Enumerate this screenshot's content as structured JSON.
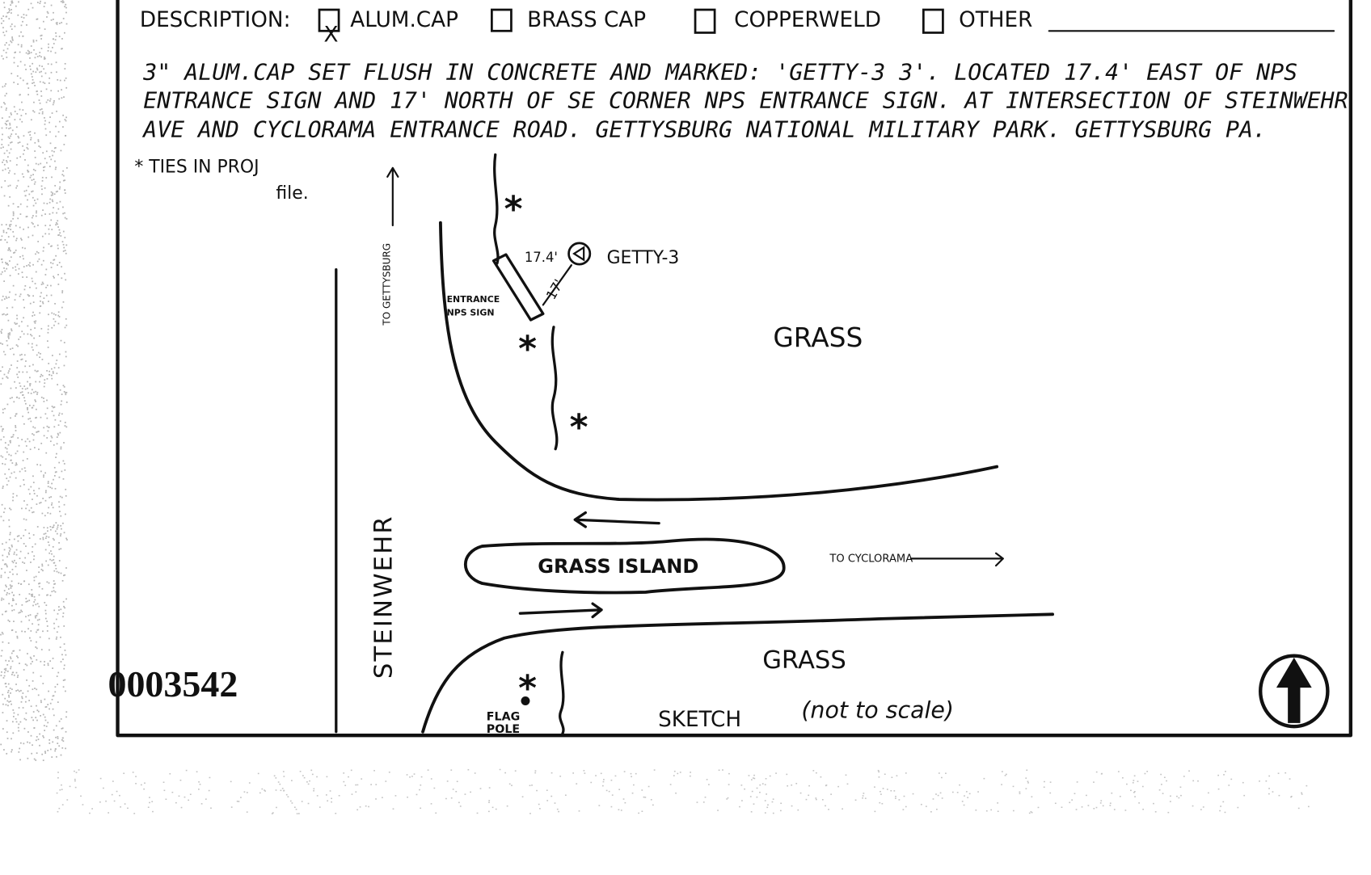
{
  "form": {
    "description_label": "DESCRIPTION:",
    "options": [
      {
        "label": "ALUM.CAP",
        "checked": true
      },
      {
        "label": "BRASS CAP",
        "checked": false
      },
      {
        "label": "COPPERWELD",
        "checked": false
      },
      {
        "label": "OTHER",
        "checked": false
      }
    ],
    "check_mark": "X"
  },
  "narrative": [
    "3\" ALUM.CAP SET FLUSH IN CONCRETE AND MARKED: 'GETTY-3 3'. LOCATED 17.4' EAST OF NPS",
    "ENTRANCE SIGN AND 17' NORTH OF SE CORNER NPS ENTRANCE SIGN. AT INTERSECTION OF STEINWEHR",
    "AVE AND CYCLORAMA ENTRANCE ROAD. GETTYSBURG NATIONAL MILITARY PARK. GETTYSBURG PA."
  ],
  "sketch": {
    "note_line1": "* TIES IN PROJ",
    "note_line2": "file.",
    "to_gettysburg": "TO GETTYSBURG",
    "entrance_sign_1": "ENTRANCE",
    "entrance_sign_2": "NPS SIGN",
    "dist_east": "17.4'",
    "dist_north": "17'",
    "station": "GETTY-3",
    "grass_top": "GRASS",
    "grass_island": "GRASS ISLAND",
    "to_cyclorama": "TO CYCLORAMA",
    "steinwehr": "STEINWEHR",
    "grass_bottom": "GRASS",
    "flag_pole_1": "FLAG",
    "flag_pole_2": "POLE",
    "sketch_label": "SKETCH",
    "scale_note": "(not to scale)"
  },
  "document_number": "0003542"
}
